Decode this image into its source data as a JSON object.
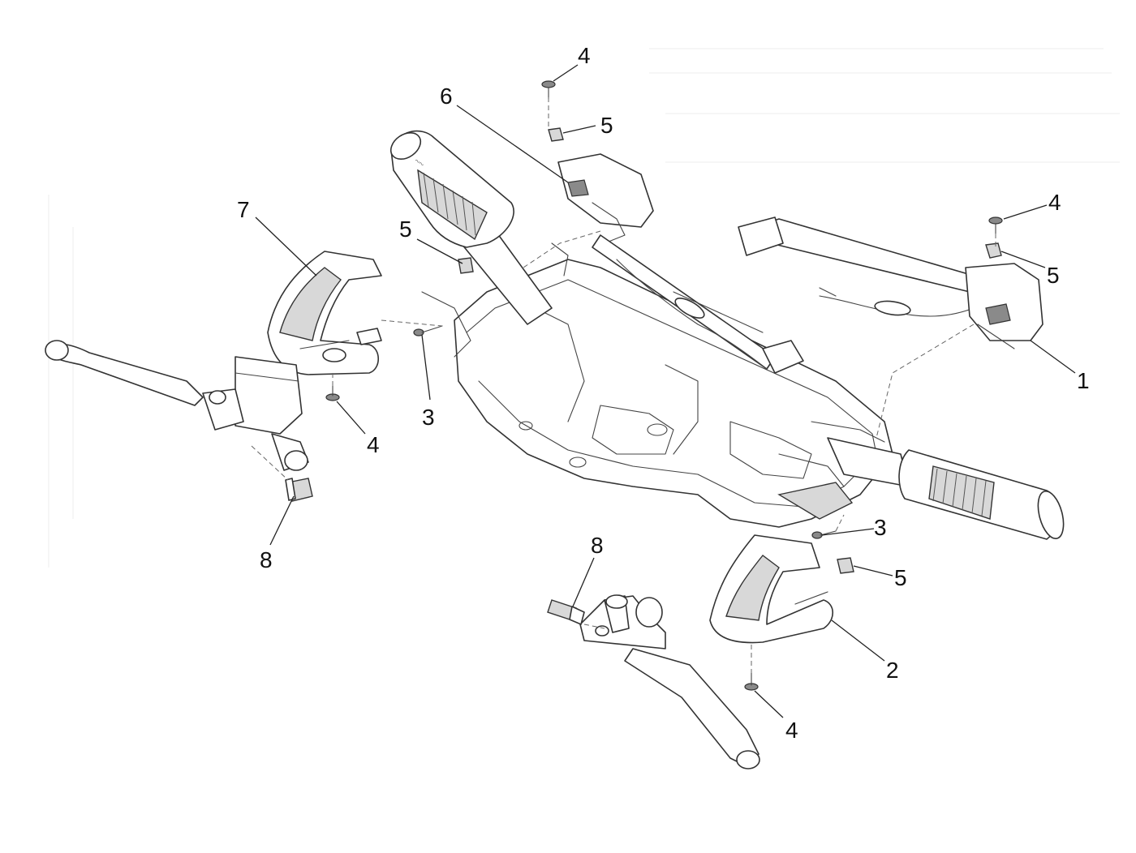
{
  "callouts": {
    "c1": "1",
    "c2": "2",
    "c3_left": "3",
    "c3_right": "3",
    "c4_top": "4",
    "c4_right": "4",
    "c4_left": "4",
    "c4_bottom": "4",
    "c5_top": "5",
    "c5_mid": "5",
    "c5_right": "5",
    "c5_bottom": "5",
    "c6": "6",
    "c7": "7",
    "c8_left": "8",
    "c8_right": "8"
  },
  "icons": {
    "logo_mark": "vespa-script-logo"
  }
}
